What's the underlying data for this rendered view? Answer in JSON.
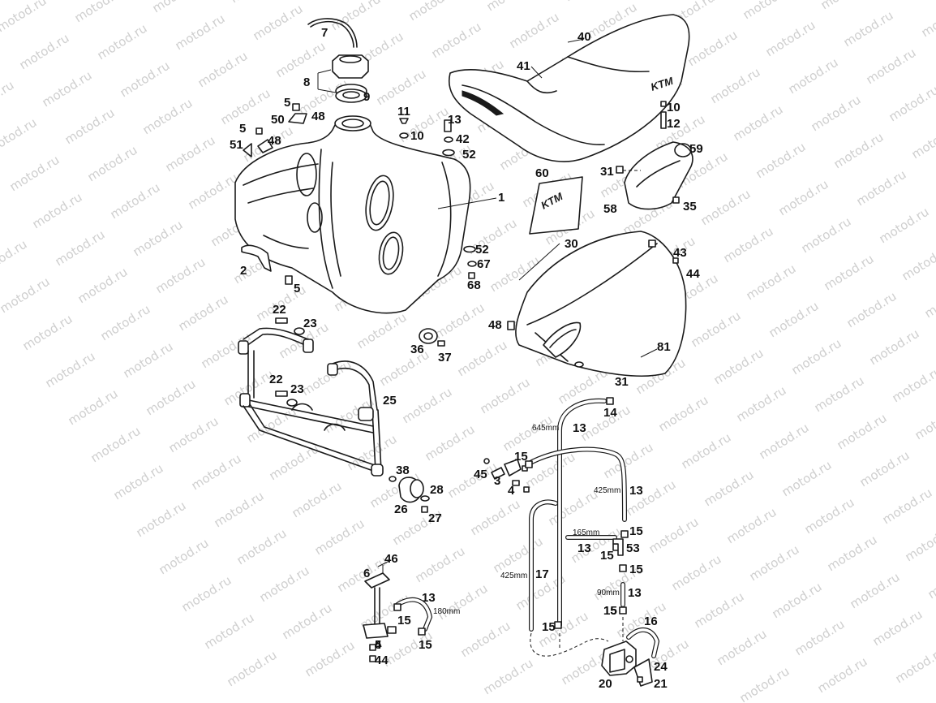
{
  "watermark": "motod.ru",
  "brand_logo": "KTM",
  "callouts": [
    "1",
    "2",
    "3",
    "4",
    "4",
    "4",
    "5",
    "5",
    "5",
    "5",
    "6",
    "7",
    "8",
    "9",
    "10",
    "10",
    "11",
    "12",
    "13",
    "13",
    "13",
    "13",
    "13",
    "13",
    "14",
    "15",
    "15",
    "15",
    "15",
    "15",
    "15",
    "15",
    "15",
    "15",
    "15",
    "16",
    "17",
    "20",
    "21",
    "22",
    "22",
    "23",
    "23",
    "24",
    "25",
    "26",
    "27",
    "28",
    "30",
    "31",
    "31",
    "35",
    "36",
    "37",
    "38",
    "40",
    "41",
    "42",
    "43",
    "44",
    "44",
    "45",
    "46",
    "48",
    "48",
    "48",
    "50",
    "51",
    "52",
    "52",
    "53",
    "58",
    "59",
    "60",
    "67",
    "68",
    "81"
  ],
  "dimensions": [
    "645mm",
    "425mm",
    "165mm",
    "425mm",
    "90mm",
    "180mm"
  ]
}
